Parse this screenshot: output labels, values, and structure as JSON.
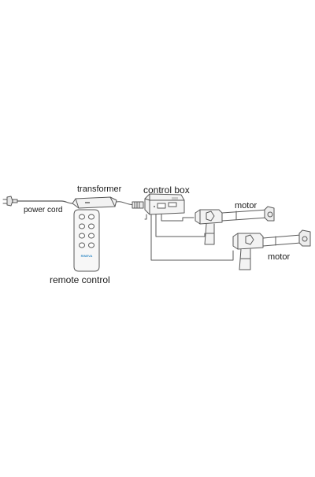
{
  "labels": {
    "transformer": "transformer",
    "control_box": "control box",
    "power_cord": "power cord",
    "motor_1": "motor",
    "motor_2": "motor",
    "remote_control": "remote control"
  },
  "remote": {
    "brand": "RINEVA",
    "brand_color": "#3a8fc8"
  },
  "colors": {
    "line": "#5a5a5a",
    "body_fill": "#f2f2f2",
    "background": "#ffffff"
  }
}
